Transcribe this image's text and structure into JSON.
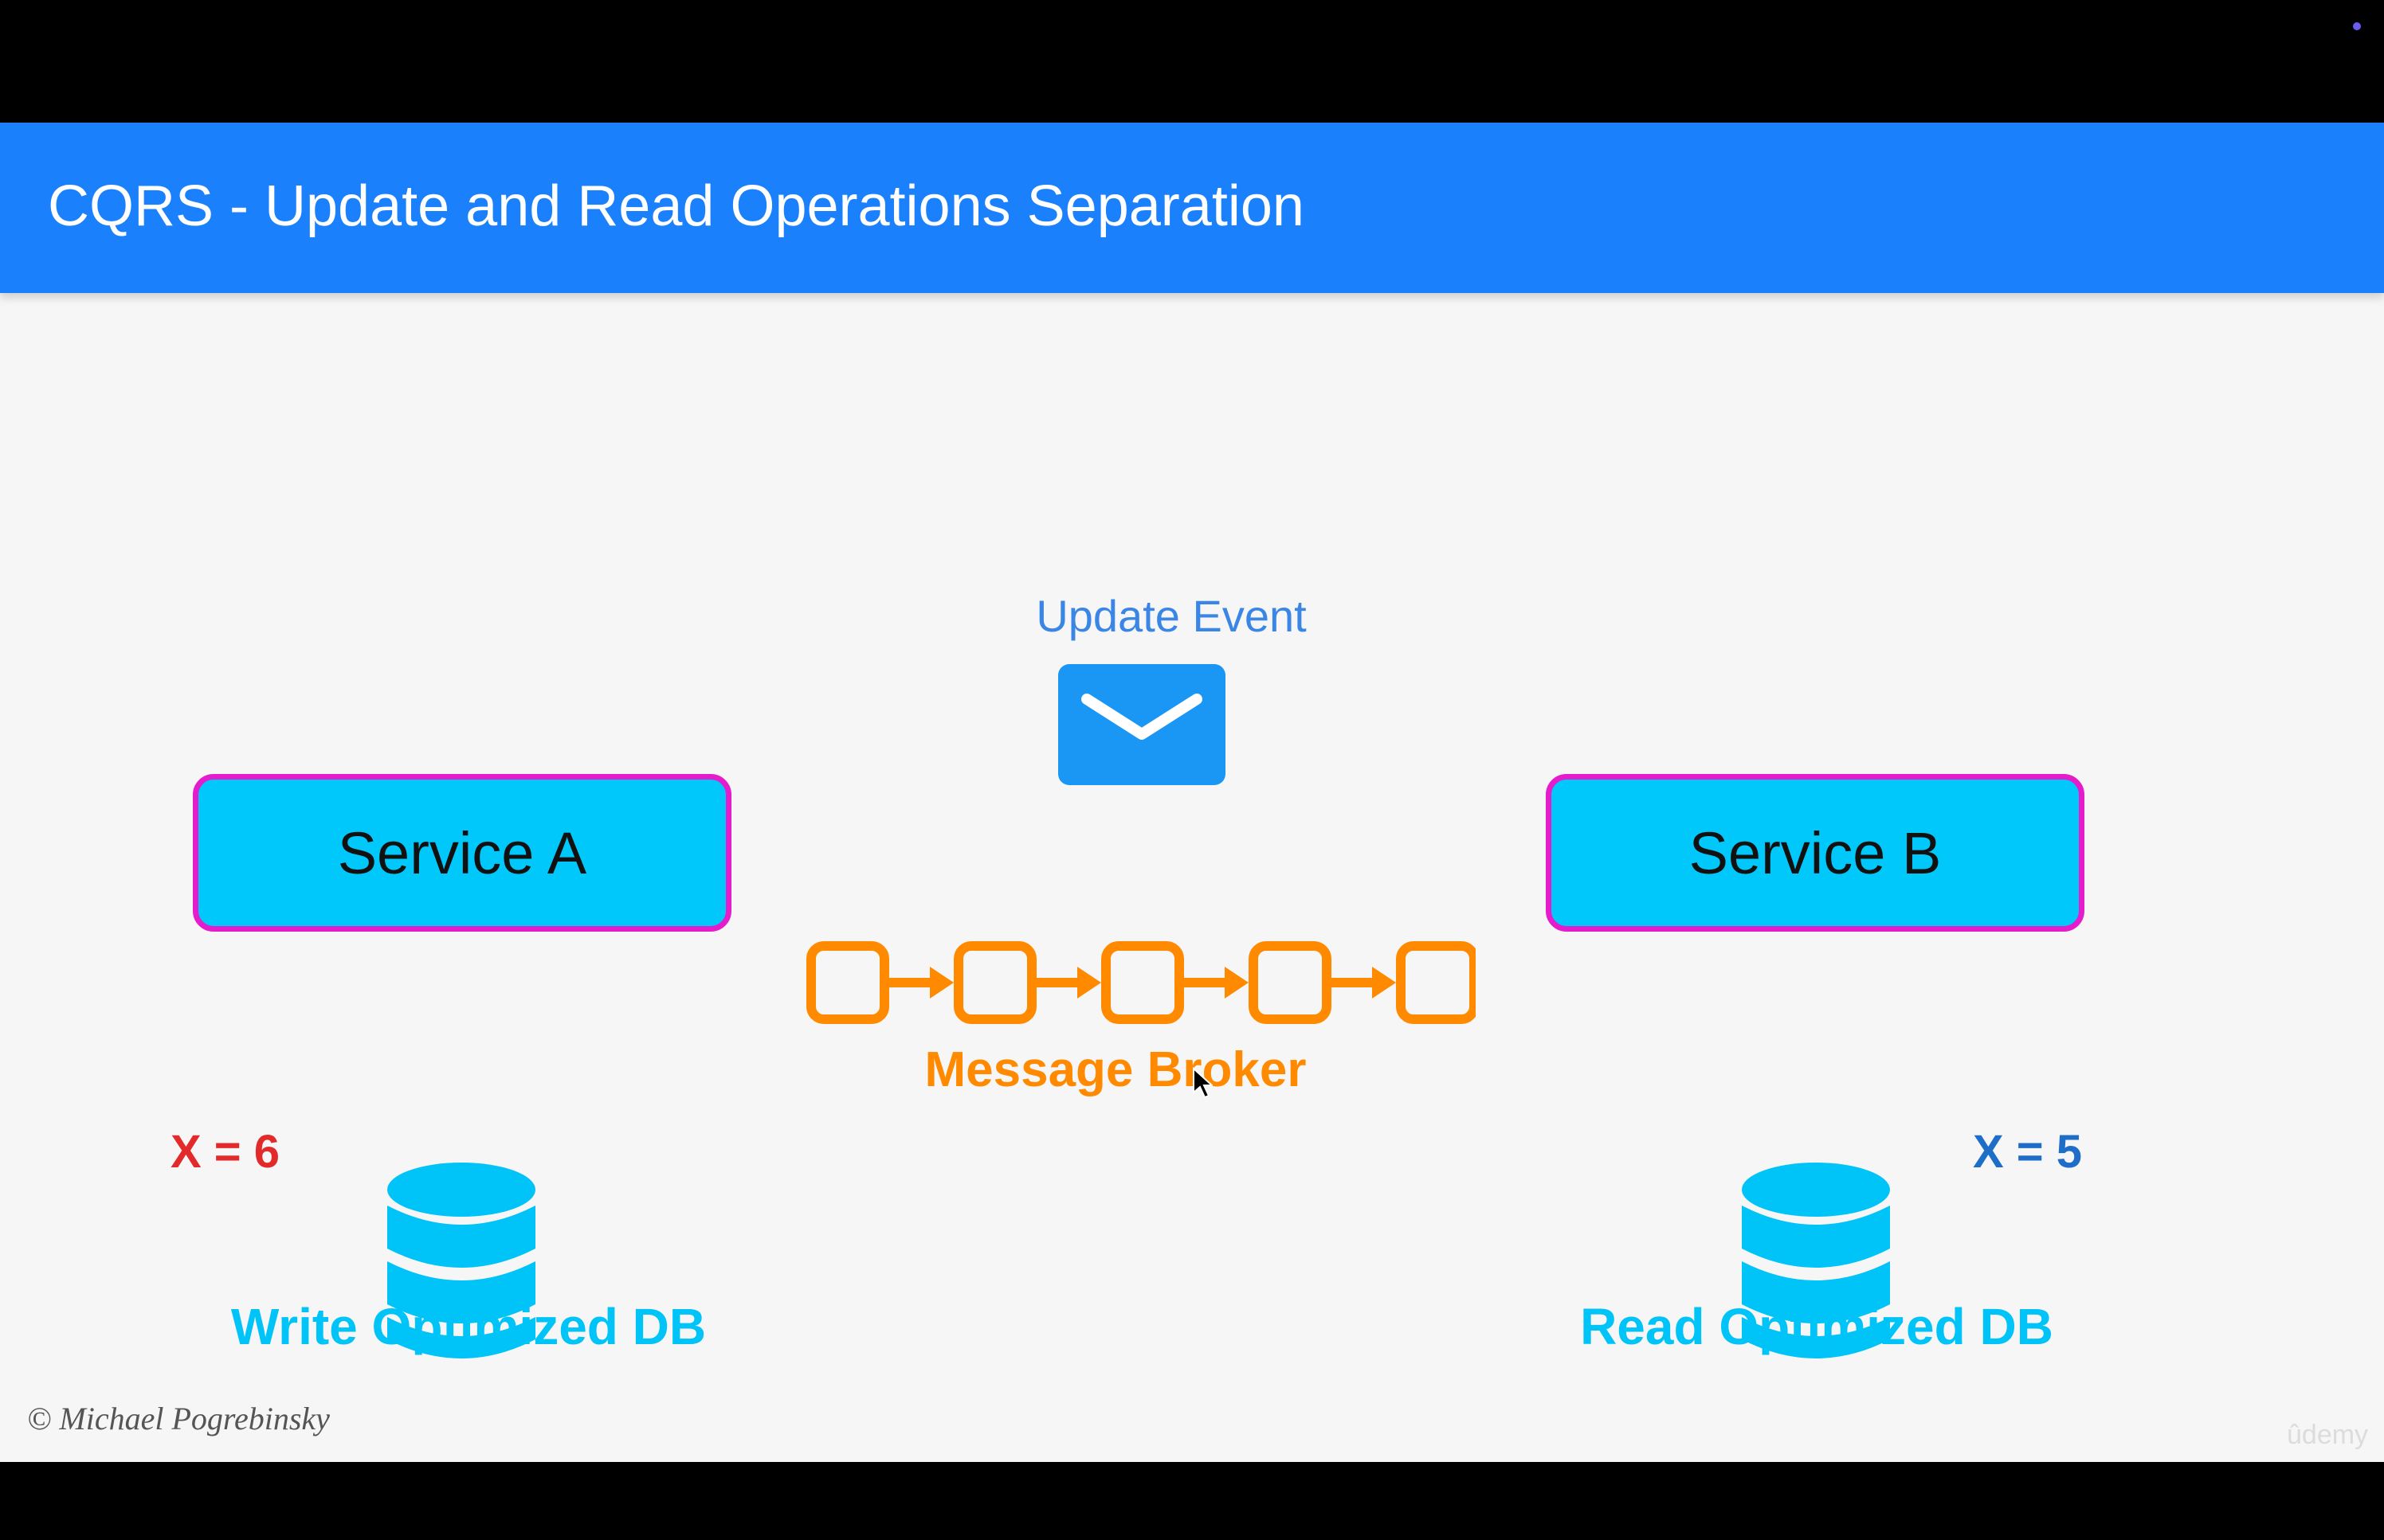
{
  "slide": {
    "title": "CQRS - Update and Read Operations Separation",
    "event_label": "Update Event",
    "broker_label": "Message Broker",
    "service_a": "Service A",
    "service_b": "Service B",
    "write_db": {
      "label": "Write Optimized DB",
      "value": "X = 6"
    },
    "read_db": {
      "label": "Read Optimized DB",
      "value": "X = 5"
    },
    "copyright": "© Michael Pogrebinsky",
    "watermark": "ûdemy"
  },
  "colors": {
    "header": "#1a80fb",
    "service_fill": "#00c8fb",
    "service_border": "#e41ccc",
    "broker": "#ff8a00",
    "db_icon": "#00c3f7",
    "write_value": "#e32a2a",
    "read_value": "#1e6ec8",
    "event_label": "#3a86e6"
  },
  "icons": [
    "envelope-icon",
    "database-icon",
    "message-queue-icon",
    "cursor-icon"
  ]
}
